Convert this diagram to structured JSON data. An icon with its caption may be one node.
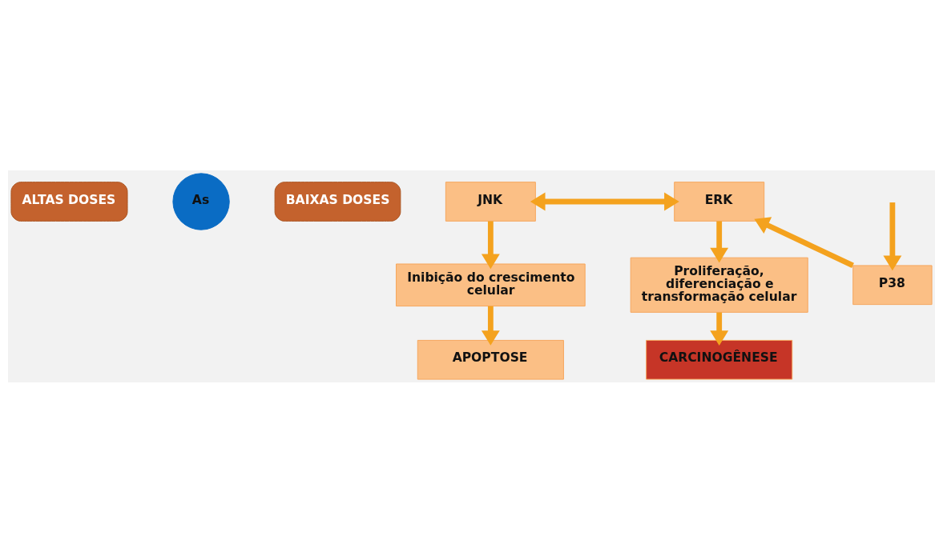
{
  "diagram": {
    "nodes": [
      {
        "text": [
          "ALTAS DOSES"
        ]
      },
      {
        "text": [
          "As"
        ]
      },
      {
        "text": [
          "BAIXAS DOSES"
        ]
      },
      {
        "text": [
          "JNK"
        ]
      },
      {
        "text": [
          "ERK"
        ]
      },
      {
        "text": [
          "P38"
        ]
      },
      {
        "text": [
          "Inibição do crescimento celular"
        ]
      },
      {
        "text": [
          "Proliferação, diferenciação e transformação celular"
        ]
      },
      {
        "text": [
          "APOPTOSE"
        ]
      },
      {
        "text": [
          "CARCINOGÊNESE"
        ]
      }
    ],
    "edges": [
      {
        "from": 3,
        "to": 4,
        "arrow": "both"
      },
      {
        "from": null,
        "to": 5,
        "arrow": "to"
      },
      {
        "from": 5,
        "to": 4,
        "arrow": "to"
      },
      {
        "from": 3,
        "to": 6,
        "arrow": "to"
      },
      {
        "from": 6,
        "to": 8,
        "arrow": "to"
      },
      {
        "from": 4,
        "to": 7,
        "arrow": "to"
      },
      {
        "from": 7,
        "to": 9,
        "arrow": "to"
      }
    ]
  }
}
